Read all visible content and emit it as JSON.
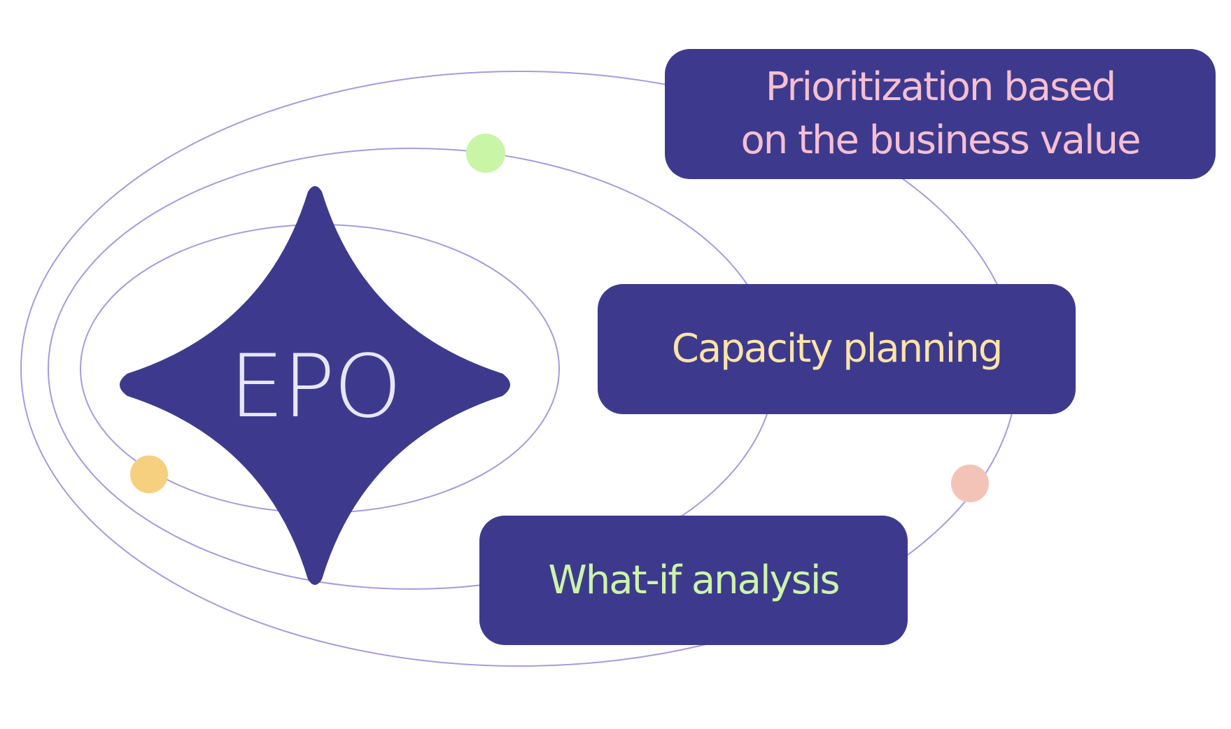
{
  "diagram": {
    "center": {
      "label": "EPO",
      "shape": "four-point-star",
      "fill": "#3D3A8E",
      "text_color": "#E6E6F8"
    },
    "orbits": {
      "count": 3,
      "stroke": "#A59BE0"
    },
    "orbit_dots": [
      {
        "name": "green-dot",
        "color": "#C9F5A6"
      },
      {
        "name": "yellow-dot",
        "color": "#F6D07E"
      },
      {
        "name": "pink-dot",
        "color": "#F4C3B8"
      }
    ],
    "features": [
      {
        "id": "prioritization",
        "lines": [
          "Prioritization based",
          "on the business value"
        ],
        "text_color": "#F6BFD0"
      },
      {
        "id": "capacity",
        "lines": [
          "Capacity planning"
        ],
        "text_color": "#FBE4A6"
      },
      {
        "id": "whatif",
        "lines": [
          "What-if analysis"
        ],
        "text_color": "#CCF5A8"
      }
    ],
    "box_fill": "#3D3A8E"
  }
}
